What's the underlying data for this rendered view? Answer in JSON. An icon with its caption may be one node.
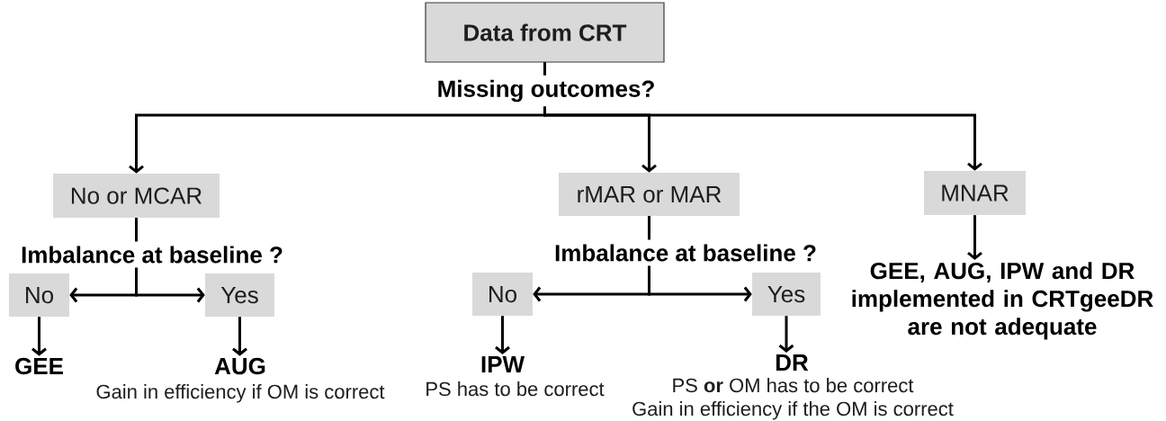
{
  "diagram": {
    "nodes": [
      {
        "text": [
          "Data from CRT"
        ]
      },
      {
        "text": [
          "No or MCAR"
        ]
      },
      {
        "text": [
          "rMAR or MAR"
        ]
      },
      {
        "text": [
          "MNAR"
        ]
      },
      {
        "text": [
          "No"
        ]
      },
      {
        "text": [
          "Yes"
        ]
      },
      {
        "text": [
          "No"
        ]
      },
      {
        "text": [
          "Yes"
        ]
      },
      {
        "text": [
          "GEE, AUG, IPW and DR implemented in CRTgeeDR are not adequate"
        ]
      },
      {
        "text": [
          "GEE"
        ]
      },
      {
        "text": [
          "AUG"
        ],
        "beside": [
          "Gain in efficiency if OM is correct"
        ]
      },
      {
        "text": [
          "IPW"
        ],
        "beside": [
          "PS has to be correct"
        ]
      },
      {
        "text": [
          "DR"
        ],
        "beside": [
          "PS **or** OM has to be correct",
          "Gain in efficiency if the OM is correct"
        ]
      }
    ],
    "edges": [
      {
        "from": 0,
        "to": 1,
        "arrow": "to",
        "label": "Missing outcomes?"
      },
      {
        "from": 0,
        "to": 2,
        "arrow": "to"
      },
      {
        "from": 0,
        "to": 3,
        "arrow": "to"
      },
      {
        "from": 1,
        "to": 4,
        "arrow": "to",
        "label": "Imbalance at baseline ?"
      },
      {
        "from": 1,
        "to": 5,
        "arrow": "to"
      },
      {
        "from": 2,
        "to": 6,
        "arrow": "to",
        "label": "Imbalance at baseline ?"
      },
      {
        "from": 2,
        "to": 7,
        "arrow": "to"
      },
      {
        "from": 3,
        "to": 8,
        "arrow": "to"
      },
      {
        "from": 4,
        "to": 9,
        "arrow": "to"
      },
      {
        "from": 5,
        "to": 10,
        "arrow": "to"
      },
      {
        "from": 6,
        "to": 11,
        "arrow": "to"
      },
      {
        "from": 7,
        "to": 12,
        "arrow": "to"
      }
    ]
  }
}
